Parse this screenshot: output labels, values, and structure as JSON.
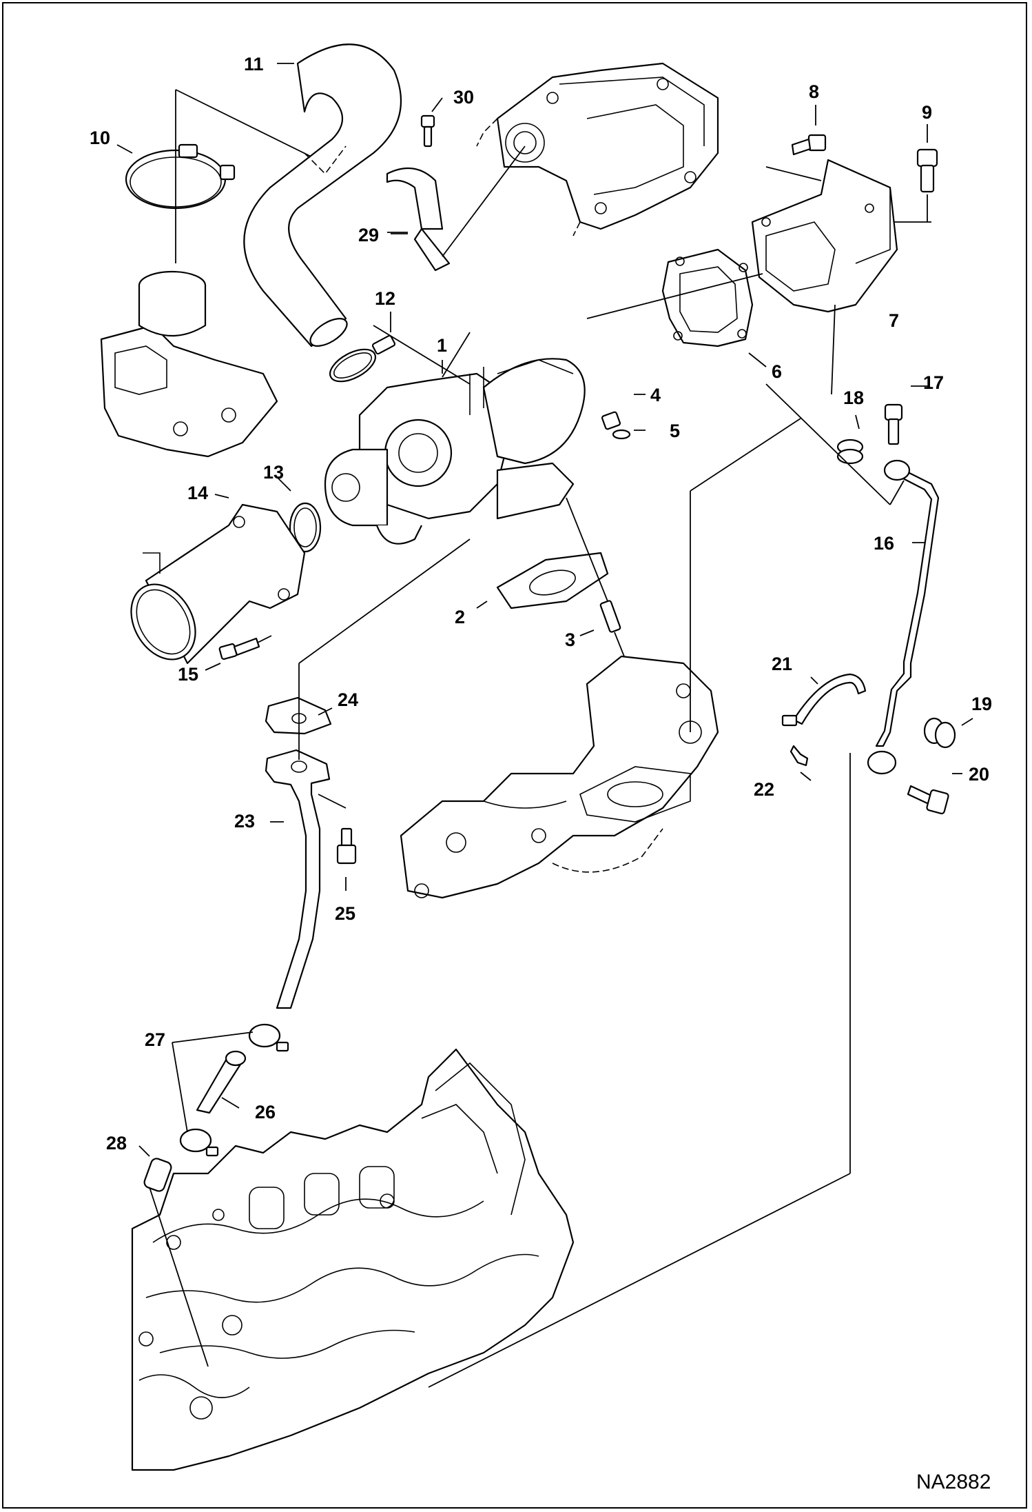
{
  "diagram": {
    "drawing_code": "NA2882",
    "callouts": [
      "1",
      "2",
      "3",
      "4",
      "5",
      "6",
      "7",
      "8",
      "9",
      "10",
      "11",
      "12",
      "13",
      "14",
      "15",
      "16",
      "17",
      "18",
      "19",
      "20",
      "21",
      "22",
      "23",
      "24",
      "25",
      "26",
      "27",
      "28",
      "29",
      "30"
    ]
  }
}
